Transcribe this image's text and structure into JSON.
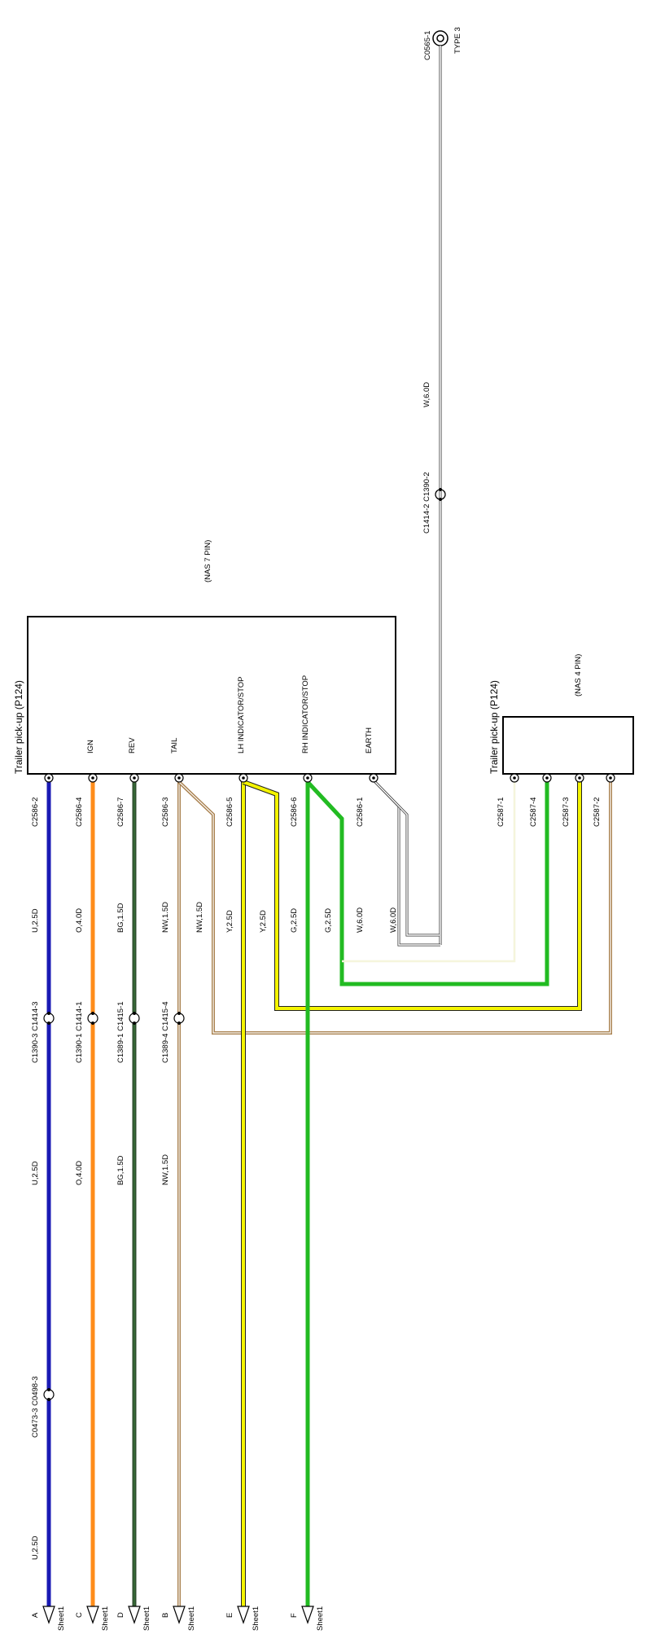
{
  "ground": {
    "connector": "C0565-1",
    "type": "TYPE 3"
  },
  "wire_top": {
    "label": "W,6.0D",
    "connector_upper": "C1390-2",
    "connector_lower": "C1414-2"
  },
  "box7": {
    "title": "Trailer pick-up (P124)",
    "subtitle": "(NAS 7 PIN)"
  },
  "box4": {
    "title": "Trailer pick-up (P124)",
    "subtitle": "(NAS 4 PIN)"
  },
  "pins7": [
    {
      "func": "",
      "conn": "C2586-2"
    },
    {
      "func": "IGN",
      "conn": "C2586-4"
    },
    {
      "func": "REV",
      "conn": "C2586-7"
    },
    {
      "func": "TAIL",
      "conn": "C2586-3"
    },
    {
      "func": "LH INDICATOR/STOP",
      "conn": "C2586-5"
    },
    {
      "func": "RH INDICATOR/STOP",
      "conn": "C2586-6"
    },
    {
      "func": "EARTH",
      "conn": "C2586-1"
    }
  ],
  "pins4": [
    {
      "conn": "C2587-1"
    },
    {
      "conn": "C2587-4"
    },
    {
      "conn": "C2587-3"
    },
    {
      "conn": "C2587-2"
    }
  ],
  "wire_labels": {
    "u_mid": "U,2.5D",
    "o_mid": "O,4.0D",
    "bg_mid": "BG,1.5D",
    "nw_mid": "NW,1.5D",
    "nw_b": "NW,1.5D",
    "y_a": "Y,2.5D",
    "y_b": "Y,2.5D",
    "g_a": "G,2.5D",
    "g_b": "G,2.5D",
    "w_a": "W,6.0D",
    "w_b": "W,6.0D",
    "u_low": "U,2.5D",
    "o_low": "O,4.0D",
    "bg_low": "BG,1.5D",
    "nw_low": "NW,1.5D",
    "u_bottom": "U,2.5D"
  },
  "inline": {
    "u": "C1390-3 C1414-3",
    "o": "C1390-1 C1414-1",
    "bg": "C1389-1 C1415-1",
    "nw": "C1389-4 C1415-4",
    "u2": "C0473-3 C0498-3"
  },
  "sheets": [
    {
      "letter": "A",
      "sheet": "Sheet1"
    },
    {
      "letter": "C",
      "sheet": "Sheet1"
    },
    {
      "letter": "D",
      "sheet": "Sheet1"
    },
    {
      "letter": "B",
      "sheet": "Sheet1"
    },
    {
      "letter": "E",
      "sheet": "Sheet1"
    },
    {
      "letter": "F",
      "sheet": "Sheet1"
    }
  ],
  "colors": {
    "blue": "#1a1ab4",
    "orange": "#ff8c1a",
    "darkgreen": "#2f4f2f",
    "tan": "#a9814f",
    "yellow": "#f4f400",
    "green": "#22bb22",
    "white_wire": "#ffffff",
    "olive": "#807a55"
  }
}
